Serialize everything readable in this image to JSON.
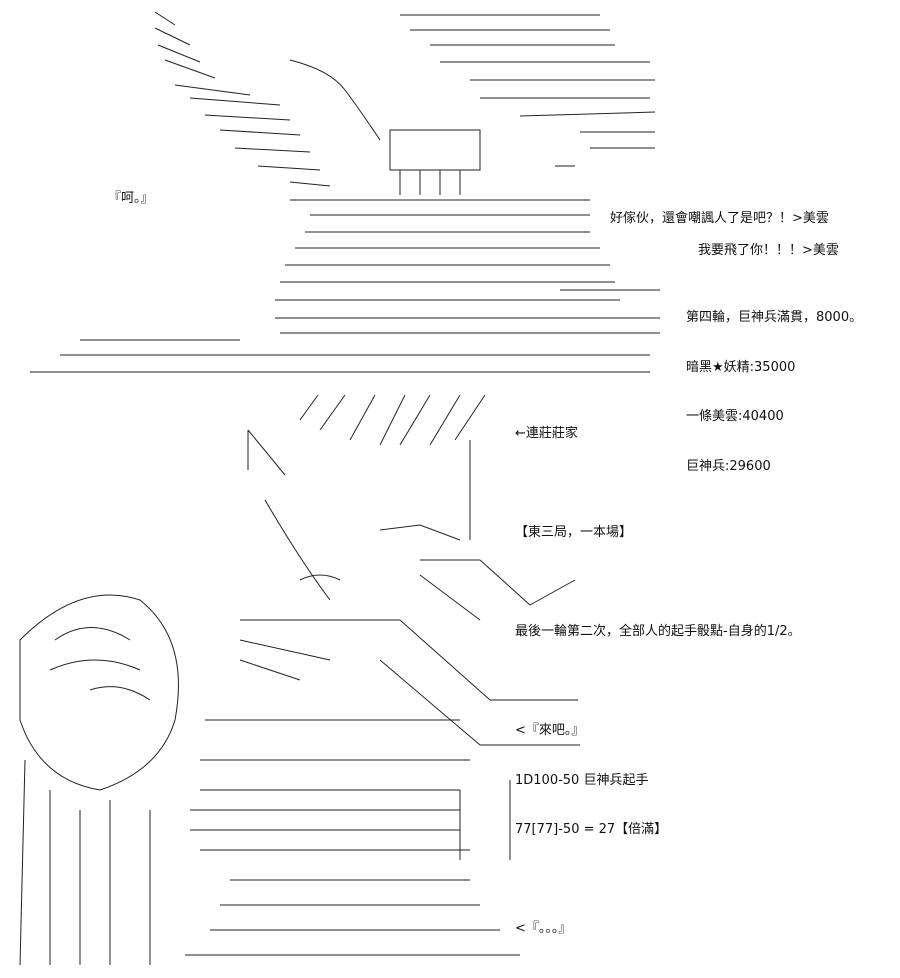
{
  "upper": {
    "speaker_left": "『呵。』",
    "dialogue_1": "好傢伙，還會嘲諷人了是吧？！>美雲",
    "dialogue_2": "我要飛了你！！！>美雲",
    "status": [
      "第四輪，巨神兵滿貫，8000。",
      "暗黑★妖精:35000",
      "一條美雲:40400",
      "巨神兵:29600"
    ]
  },
  "lower": {
    "lines": [
      "←連莊莊家",
      "",
      "【東三局，一本場】",
      "",
      "最後一輪第二次，全部人的起手骰點-自身的1/2。",
      "",
      "<『來吧。』",
      "1D100-50 巨神兵起手",
      "77[77]-50 = 27【倍滿】",
      "",
      "<『。。。』"
    ]
  }
}
